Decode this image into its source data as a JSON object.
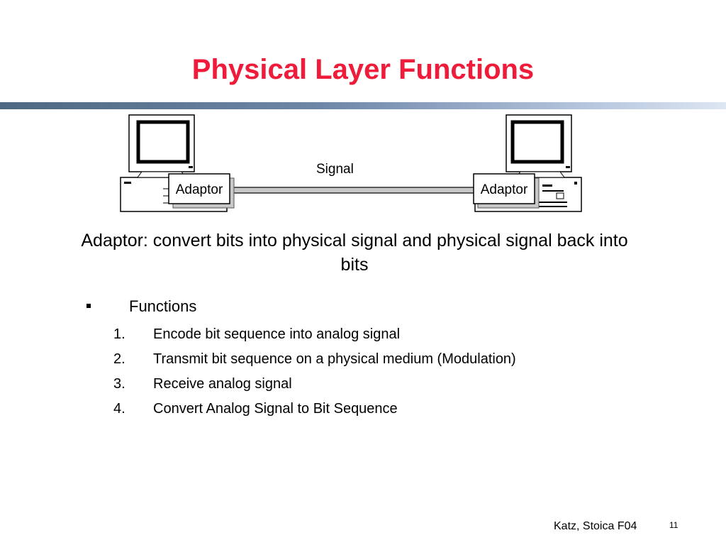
{
  "slide": {
    "title": "Physical Layer Functions"
  },
  "diagram": {
    "signal_label": "Signal",
    "left_adaptor_label": "Adaptor",
    "right_adaptor_label": "Adaptor"
  },
  "caption": "Adaptor: convert bits into physical signal and physical signal back into bits",
  "bullets": {
    "heading": "Functions",
    "items": [
      {
        "num": "1.",
        "text": "Encode bit sequence into analog signal"
      },
      {
        "num": "2.",
        "text": "Transmit bit sequence on a physical medium (Modulation)"
      },
      {
        "num": "3.",
        "text": "Receive analog signal"
      },
      {
        "num": "4.",
        "text": "Convert Analog Signal to Bit Sequence"
      }
    ]
  },
  "footer": {
    "author": "Katz, Stoica F04",
    "page_number": "11"
  }
}
